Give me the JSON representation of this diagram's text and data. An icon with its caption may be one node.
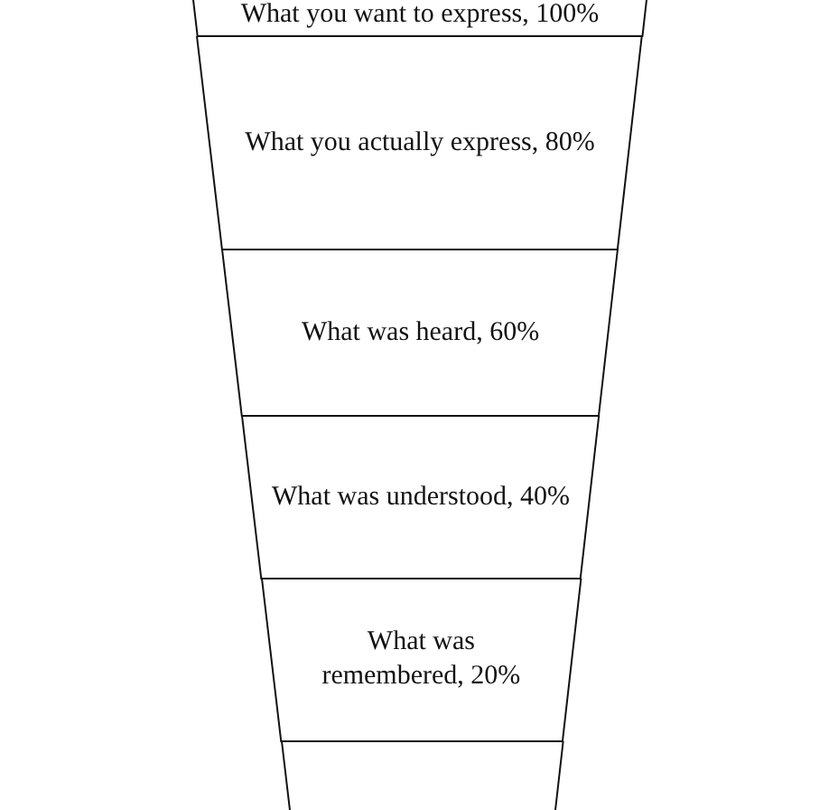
{
  "diagram": {
    "nodes": [
      {
        "text": [
          "What you want to express, 100%"
        ]
      },
      {
        "text": [
          "What you actually express, 80%"
        ]
      },
      {
        "text": [
          "What was heard, 60%"
        ]
      },
      {
        "text": [
          "What was understood, 40%"
        ]
      },
      {
        "text": [
          "What was remembered, 20%"
        ]
      },
      {
        "text": [],
        "shape": "bar"
      }
    ]
  }
}
